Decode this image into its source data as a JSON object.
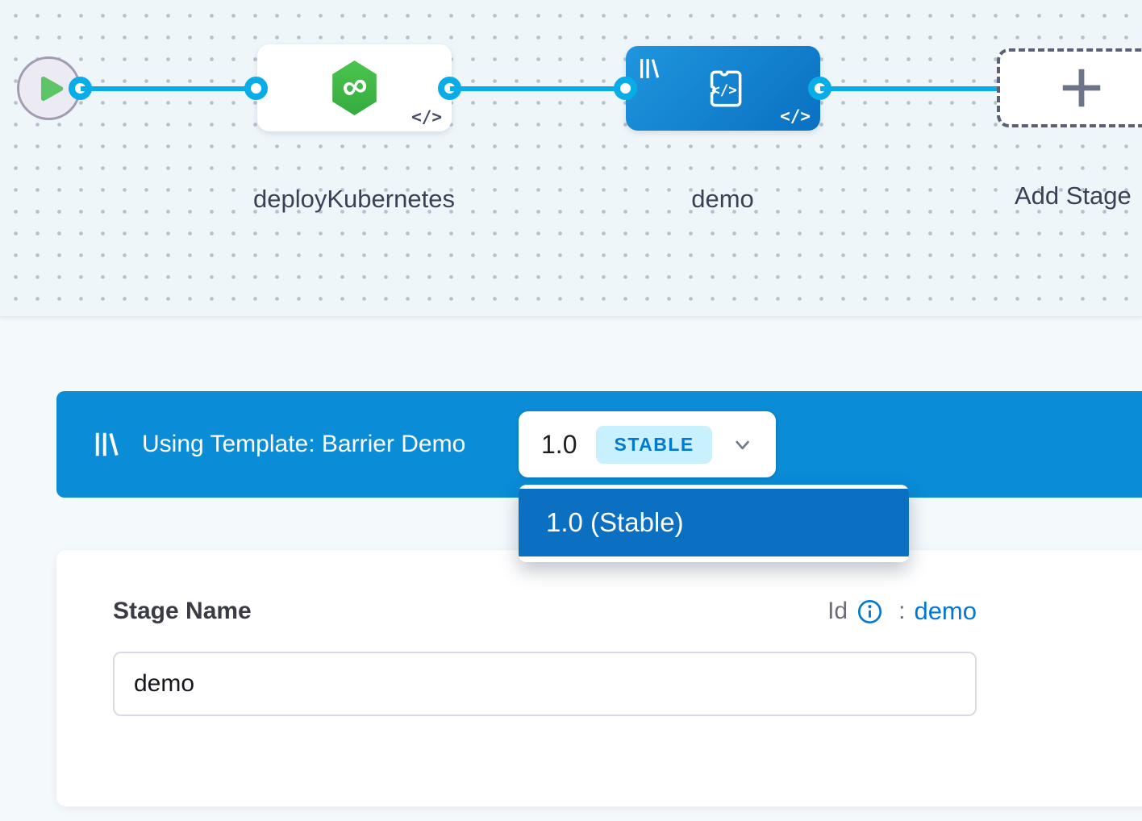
{
  "colors": {
    "accent_blue": "#0278d5",
    "banner_blue": "#0a8cd6",
    "dropdown_item_blue": "#0b70c2",
    "connector_blue": "#0aace8",
    "stage_node_gradient": [
      "#1f96de",
      "#0a70c2"
    ],
    "deploy_green": "#42be52",
    "stable_badge_bg": "#c8f0fd"
  },
  "canvas": {
    "start_node": {
      "icon": "play-icon"
    },
    "stages": [
      {
        "label": "deployKubernetes",
        "icon": "cd-hexagon-icon",
        "code_icon": "</>"
      },
      {
        "label": "demo",
        "icon": "custom-stage-icon",
        "badge_icon": "template-library-icon",
        "code_icon": "</>"
      },
      {
        "label": "Add Stage",
        "icon": "plus-icon"
      }
    ],
    "infinity_glyph": "∞"
  },
  "template_banner": {
    "icon": "template-library-icon",
    "text": "Using Template: Barrier Demo",
    "version_button": {
      "version": "1.0",
      "badge": "STABLE",
      "chevron": "chevron-down-icon"
    }
  },
  "version_menu": {
    "items": [
      {
        "label": "1.0 (Stable)"
      }
    ]
  },
  "stage_form": {
    "name_label": "Stage Name",
    "id_label": "Id",
    "info_icon": "info-icon",
    "separator": ":",
    "id_value": "demo",
    "name_input": {
      "value": "demo"
    }
  }
}
